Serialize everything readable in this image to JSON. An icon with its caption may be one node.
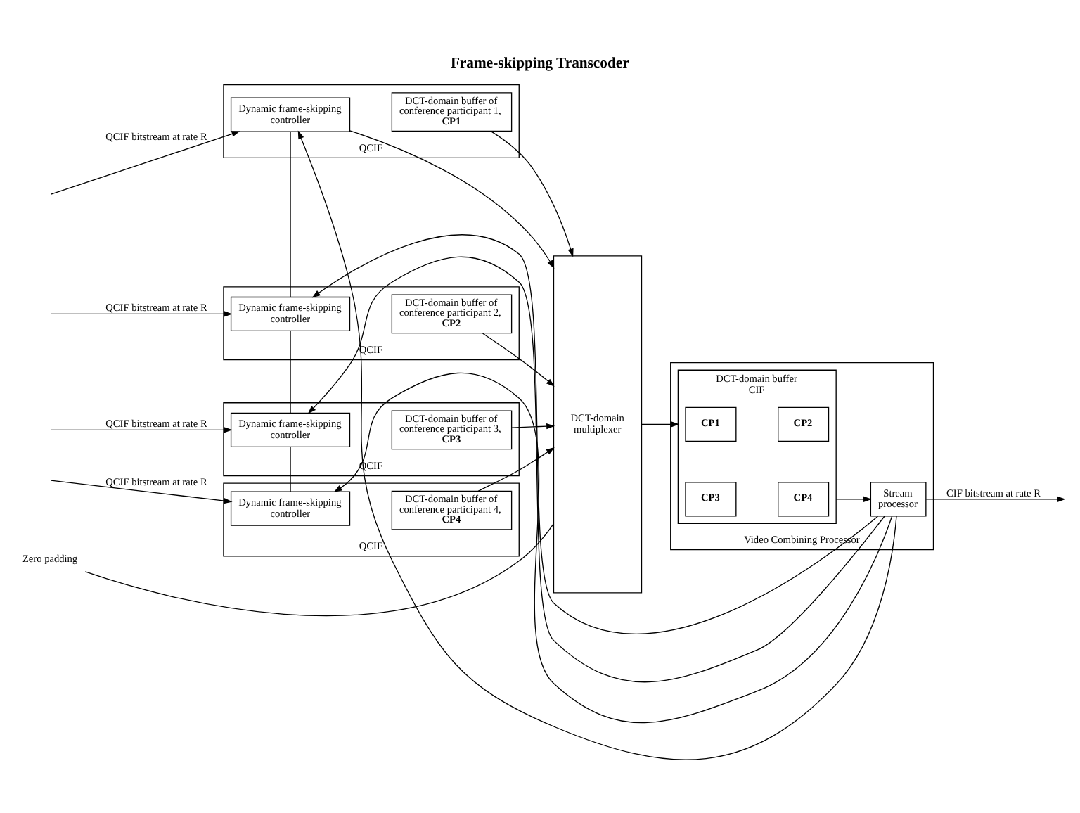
{
  "diagram": {
    "title": "Frame-skipping Transcoder",
    "nodes": [
      {
        "text": [
          "QCIF"
        ]
      },
      {
        "text": [
          "Dynamic frame-skipping controller"
        ],
        "in": 0
      },
      {
        "text": [
          "DCT-domain buffer of conference participant 1, **CP1**"
        ],
        "in": 0
      },
      {
        "text": [
          "QCIF"
        ]
      },
      {
        "text": [
          "Dynamic frame-skipping controller"
        ],
        "in": 3
      },
      {
        "text": [
          "DCT-domain buffer of conference participant 2, **CP2**"
        ],
        "in": 3
      },
      {
        "text": [
          "QCIF"
        ]
      },
      {
        "text": [
          "Dynamic frame-skipping controller"
        ],
        "in": 6
      },
      {
        "text": [
          "DCT-domain buffer of conference participant 3, **CP3**"
        ],
        "in": 6
      },
      {
        "text": [
          "QCIF"
        ]
      },
      {
        "text": [
          "Dynamic frame-skipping controller"
        ],
        "in": 9
      },
      {
        "text": [
          "DCT-domain buffer of conference participant 4, **CP4**"
        ],
        "in": 9
      },
      {
        "text": [
          "DCT-domain multiplexer"
        ]
      },
      {
        "text": [
          "Zero padding"
        ]
      },
      {
        "text": [
          "Video Combining Processor"
        ]
      },
      {
        "text": [
          "DCT-domain buffer",
          "CIF"
        ],
        "in": 14
      },
      {
        "text": [
          "**CP1**"
        ],
        "in": 15
      },
      {
        "text": [
          "**CP2**"
        ],
        "in": 15
      },
      {
        "text": [
          "**CP3**"
        ],
        "in": 15
      },
      {
        "text": [
          "**CP4**"
        ],
        "in": 15
      },
      {
        "text": [
          "Stream processor"
        ],
        "in": 14
      }
    ],
    "edges": [
      {
        "from": null,
        "to": 1,
        "arrow": "to",
        "label": "QCIF bitstream at rate R"
      },
      {
        "from": null,
        "to": 4,
        "arrow": "to",
        "label": "QCIF bitstream at rate R"
      },
      {
        "from": null,
        "to": 7,
        "arrow": "to",
        "label": "QCIF bitstream at rate R"
      },
      {
        "from": null,
        "to": 10,
        "arrow": "to",
        "label": "QCIF bitstream at rate R"
      },
      {
        "from": 2,
        "to": 12,
        "arrow": "to"
      },
      {
        "from": 5,
        "to": 12,
        "arrow": "to"
      },
      {
        "from": 8,
        "to": 12,
        "arrow": "to"
      },
      {
        "from": 11,
        "to": 12,
        "arrow": "to"
      },
      {
        "from": 1,
        "to": 12,
        "arrow": "to"
      },
      {
        "from": 1,
        "to": 4,
        "arrow": "none"
      },
      {
        "from": 4,
        "to": 7,
        "arrow": "none"
      },
      {
        "from": 7,
        "to": 10,
        "arrow": "none"
      },
      {
        "from": 13,
        "to": 12,
        "arrow": "none"
      },
      {
        "from": 12,
        "to": 15,
        "arrow": "to"
      },
      {
        "from": 15,
        "to": 20,
        "arrow": "to"
      },
      {
        "from": 20,
        "to": null,
        "arrow": "to",
        "label": "CIF bitstream at rate R"
      },
      {
        "from": 20,
        "to": 10,
        "arrow": "to"
      },
      {
        "from": 20,
        "to": 7,
        "arrow": "to"
      },
      {
        "from": 20,
        "to": 4,
        "arrow": "to"
      },
      {
        "from": 20,
        "to": 1,
        "arrow": "to"
      }
    ]
  }
}
